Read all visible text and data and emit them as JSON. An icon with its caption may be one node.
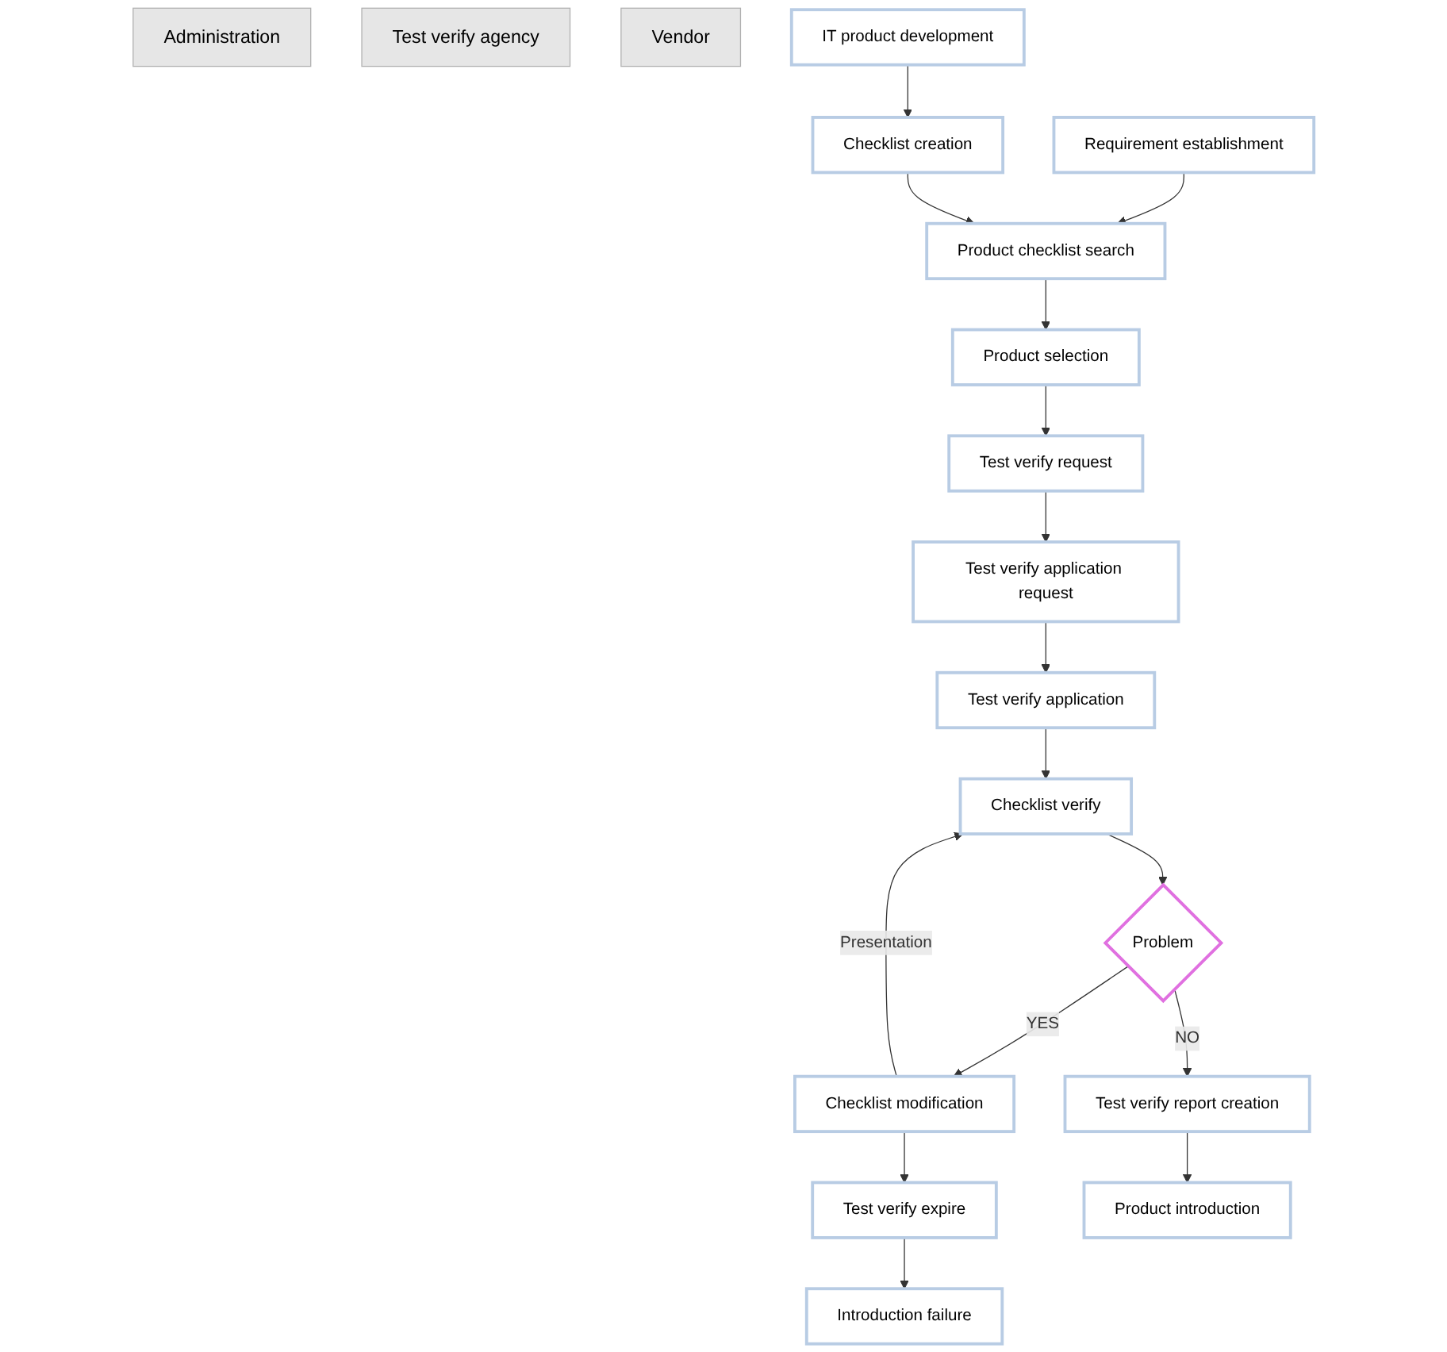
{
  "diagram": {
    "nodes": [
      {
        "text": [
          "Administration"
        ]
      },
      {
        "text": [
          "Test verify agency"
        ]
      },
      {
        "text": [
          "Vendor"
        ]
      },
      {
        "text": [
          "Requirement establishment"
        ]
      },
      {
        "text": [
          "IT product development"
        ]
      },
      {
        "text": [
          "Checklist creation"
        ]
      },
      {
        "text": [
          "Product checklist search"
        ]
      },
      {
        "text": [
          "Test verify application request"
        ]
      },
      {
        "text": [
          "Test verify application"
        ]
      },
      {
        "text": [
          "Checklist verify"
        ]
      },
      {
        "text": [
          "Product selection"
        ]
      },
      {
        "text": [
          "Problem"
        ]
      },
      {
        "text": [
          "Checklist modification"
        ]
      },
      {
        "text": [
          "Test verify request"
        ]
      },
      {
        "text": [
          "Test verify expire"
        ]
      },
      {
        "text": [
          "Product introduction"
        ]
      },
      {
        "text": [
          "Test verify report creation"
        ]
      },
      {
        "text": [
          "Introduction failure"
        ]
      }
    ],
    "edges": [
      {
        "from": 3,
        "to": 6,
        "arrow": "to"
      },
      {
        "from": 4,
        "to": 5,
        "arrow": "to"
      },
      {
        "from": 5,
        "to": 6,
        "arrow": "to"
      },
      {
        "from": 6,
        "to": 10,
        "arrow": "to"
      },
      {
        "from": 10,
        "to": 13,
        "arrow": "to"
      },
      {
        "from": 13,
        "to": 7,
        "arrow": "to"
      },
      {
        "from": 7,
        "to": 8,
        "arrow": "to"
      },
      {
        "from": 8,
        "to": 9,
        "arrow": "to"
      },
      {
        "from": 9,
        "to": 11,
        "arrow": "to"
      },
      {
        "from": 11,
        "to": 12,
        "arrow": "to",
        "label": "YES"
      },
      {
        "from": 12,
        "to": 9,
        "arrow": "to",
        "label": "Presentation"
      },
      {
        "from": 11,
        "to": 16,
        "arrow": "to",
        "label": "NO"
      },
      {
        "from": 12,
        "to": 14,
        "arrow": "to"
      },
      {
        "from": 14,
        "to": 17,
        "arrow": "to"
      },
      {
        "from": 16,
        "to": 15,
        "arrow": "to"
      }
    ]
  }
}
